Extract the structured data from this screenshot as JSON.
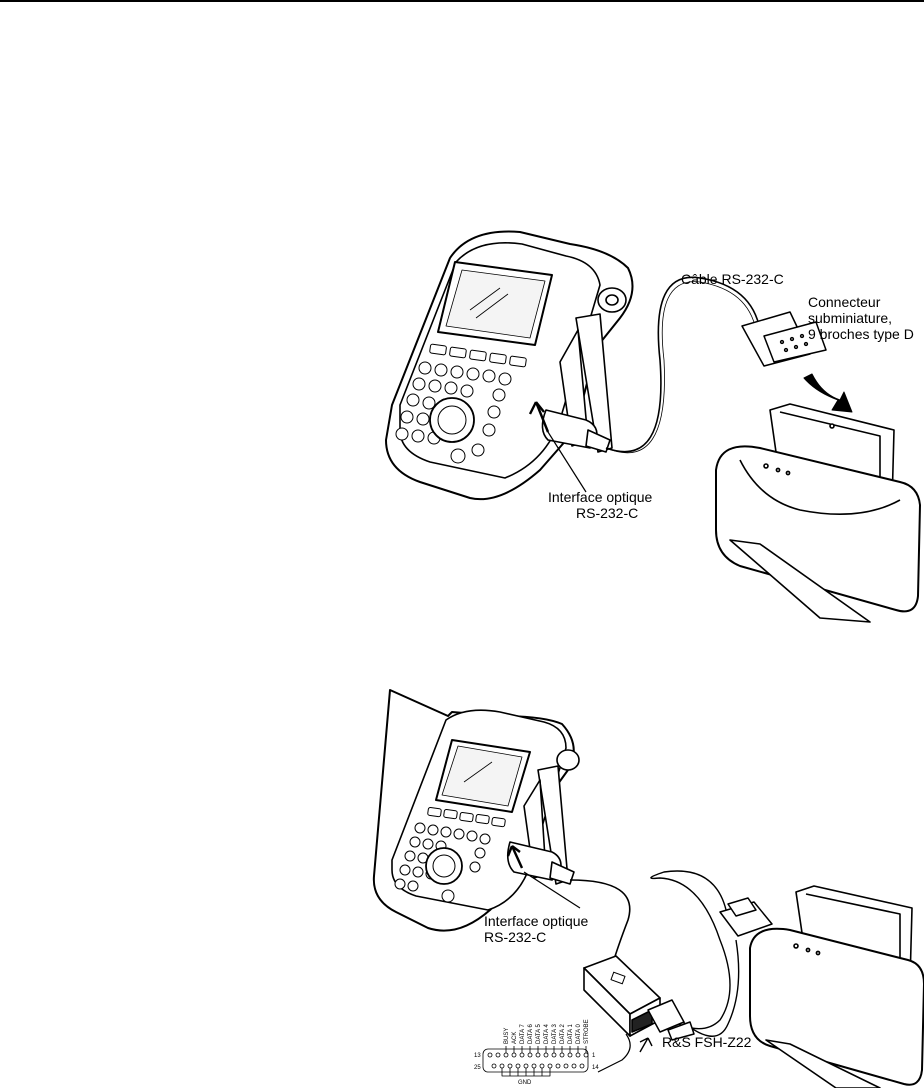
{
  "figure1": {
    "cable_label": "Câble RS-232-C",
    "connector_label_line1": "Connecteur",
    "connector_label_line2": "subminiature,",
    "connector_label_line3": "9 broches type D",
    "interface_label_line1": "Interface optique",
    "interface_label_line2": "RS-232-C"
  },
  "figure2": {
    "interface_label_line1": "Interface optique",
    "interface_label_line2": "RS-232-C",
    "adapter_label": "R&S FSH-Z22",
    "pinout": {
      "signals": [
        "BUSY",
        "ACK",
        "DATA 7",
        "DATA 6",
        "DATA 5",
        "DATA 4",
        "DATA 3",
        "DATA 2",
        "DATA 1",
        "DATA 0",
        "STROBE"
      ],
      "pin_left_top": "13",
      "pin_left_bottom": "25",
      "pin_right_top": "1",
      "pin_right_bottom": "14",
      "ground_label": "GND"
    }
  }
}
